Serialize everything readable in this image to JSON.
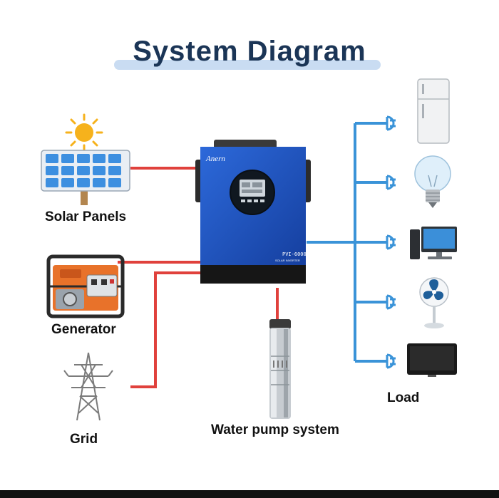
{
  "title": "System Diagram",
  "sources": {
    "solar": "Solar Panels",
    "generator": "Generator",
    "grid": "Grid"
  },
  "pump": "Water pump system",
  "load": "Load",
  "inverter": {
    "brand": "Anern",
    "model": "PVI-6000",
    "subtitle": "SOLAR INVERTER"
  },
  "colors": {
    "source_line": "#e0413c",
    "load_line": "#3a93d8",
    "inverter_body": "#1f57c7",
    "title": "#1b3556"
  },
  "icons": [
    "sun-icon",
    "solar-panel-icon",
    "generator-icon",
    "grid-tower-icon",
    "water-pump-icon",
    "plug-icon",
    "fridge-icon",
    "light-bulb-icon",
    "computer-icon",
    "fan-icon",
    "tv-icon"
  ]
}
